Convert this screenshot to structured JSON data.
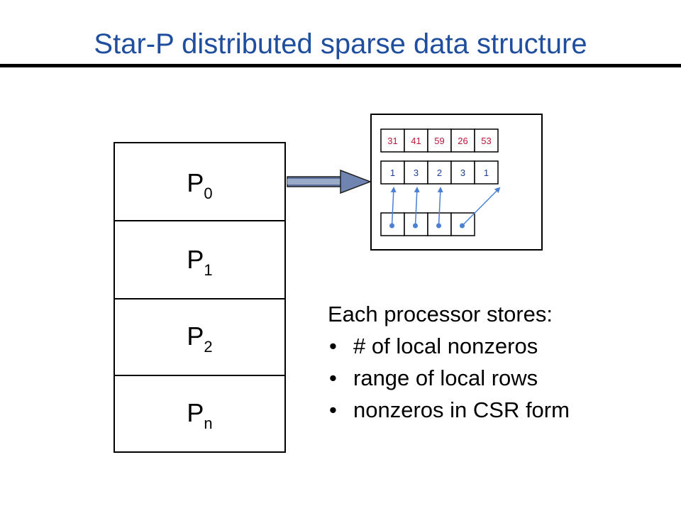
{
  "title": "Star-P distributed sparse data structure",
  "processors": [
    {
      "name": "P",
      "sub": "0"
    },
    {
      "name": "P",
      "sub": "1"
    },
    {
      "name": "P",
      "sub": "2"
    },
    {
      "name": "P",
      "sub": "n"
    }
  ],
  "csr": {
    "values": [
      "31",
      "41",
      "59",
      "26",
      "53"
    ],
    "col_indices": [
      "1",
      "3",
      "2",
      "3",
      "1"
    ],
    "row_pointer_count": 4,
    "value_color": "#c0143c",
    "index_color": "#1f3f8f",
    "pointer_color": "#4a7fd4"
  },
  "description": {
    "heading": "Each processor stores:",
    "bullet": "•",
    "items": [
      "# of local nonzeros",
      "range of local rows",
      "nonzeros in CSR form"
    ]
  }
}
